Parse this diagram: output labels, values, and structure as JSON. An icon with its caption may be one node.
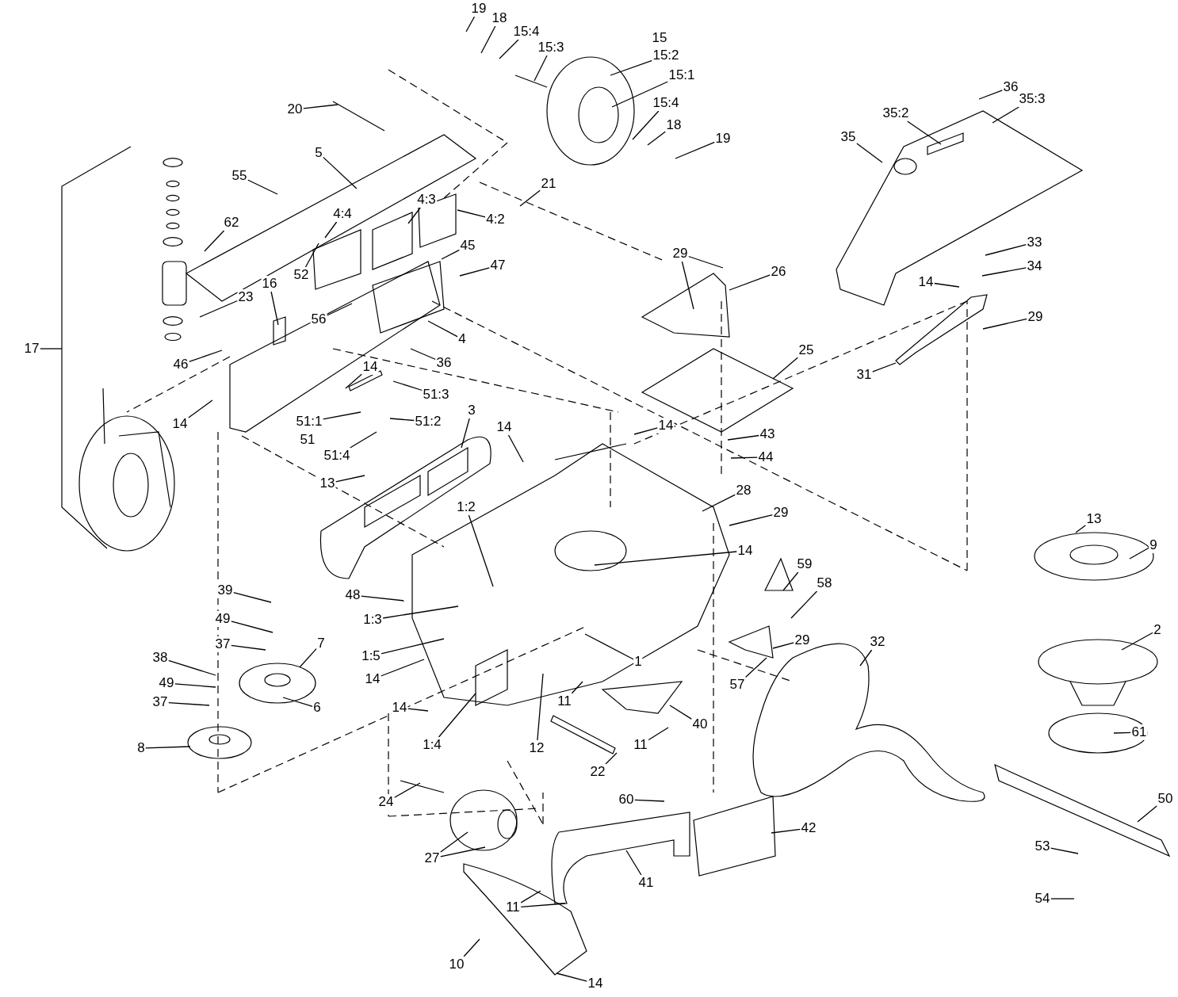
{
  "diagram": {
    "nodes": [
      {
        "text": [
          "19"
        ]
      },
      {
        "text": [
          "18"
        ]
      },
      {
        "text": [
          "15:4"
        ]
      },
      {
        "text": [
          "15:2"
        ]
      },
      {
        "text": [
          "15:3"
        ]
      },
      {
        "text": [
          "15:1"
        ]
      },
      {
        "text": [
          "15:4"
        ]
      },
      {
        "text": [
          "18"
        ]
      },
      {
        "text": [
          "19"
        ]
      },
      {
        "text": [
          "20"
        ]
      },
      {
        "text": [
          "5"
        ]
      },
      {
        "text": [
          "55"
        ]
      },
      {
        "text": [
          "21"
        ]
      },
      {
        "text": [
          "4:3"
        ]
      },
      {
        "text": [
          "4:2"
        ]
      },
      {
        "text": [
          "62"
        ]
      },
      {
        "text": [
          "4:4"
        ]
      },
      {
        "text": [
          "52"
        ]
      },
      {
        "text": [
          "45"
        ]
      },
      {
        "text": [
          "47"
        ]
      },
      {
        "text": [
          "16"
        ]
      },
      {
        "text": [
          "23"
        ]
      },
      {
        "text": [
          "56"
        ]
      },
      {
        "text": [
          "4"
        ]
      },
      {
        "text": [
          "36"
        ]
      },
      {
        "text": [
          "46"
        ]
      },
      {
        "text": [
          "17"
        ]
      },
      {
        "text": [
          "14"
        ]
      },
      {
        "text": [
          "51:3"
        ]
      },
      {
        "text": [
          "14"
        ]
      },
      {
        "text": [
          "51:1"
        ]
      },
      {
        "text": [
          "51:2"
        ]
      },
      {
        "text": [
          "51:4"
        ]
      },
      {
        "text": [
          "3"
        ]
      },
      {
        "text": [
          "14"
        ]
      },
      {
        "text": [
          "14"
        ]
      },
      {
        "text": [
          "13"
        ]
      },
      {
        "text": [
          "35"
        ]
      },
      {
        "text": [
          "35:2"
        ]
      },
      {
        "text": [
          "36"
        ]
      },
      {
        "text": [
          "35:3"
        ]
      },
      {
        "text": [
          "29"
        ]
      },
      {
        "text": [
          "26"
        ]
      },
      {
        "text": [
          "33"
        ]
      },
      {
        "text": [
          "34"
        ]
      },
      {
        "text": [
          "14"
        ]
      },
      {
        "text": [
          "29"
        ]
      },
      {
        "text": [
          "31"
        ]
      },
      {
        "text": [
          "25"
        ]
      },
      {
        "text": [
          "43"
        ]
      },
      {
        "text": [
          "44"
        ]
      },
      {
        "text": [
          "28"
        ]
      },
      {
        "text": [
          "29"
        ]
      },
      {
        "text": [
          "1:2"
        ]
      },
      {
        "text": [
          "14"
        ]
      },
      {
        "text": [
          "13"
        ]
      },
      {
        "text": [
          "9"
        ]
      },
      {
        "text": [
          "59"
        ]
      },
      {
        "text": [
          "58"
        ]
      },
      {
        "text": [
          "39"
        ]
      },
      {
        "text": [
          "49"
        ]
      },
      {
        "text": [
          "37"
        ]
      },
      {
        "text": [
          "7"
        ]
      },
      {
        "text": [
          "48"
        ]
      },
      {
        "text": [
          "1:3"
        ]
      },
      {
        "text": [
          "29"
        ]
      },
      {
        "text": [
          "2"
        ]
      },
      {
        "text": [
          "32"
        ]
      },
      {
        "text": [
          "38"
        ]
      },
      {
        "text": [
          "1:5"
        ]
      },
      {
        "text": [
          "1"
        ]
      },
      {
        "text": [
          "49"
        ]
      },
      {
        "text": [
          "14"
        ]
      },
      {
        "text": [
          "57"
        ]
      },
      {
        "text": [
          "37"
        ]
      },
      {
        "text": [
          "6"
        ]
      },
      {
        "text": [
          "11"
        ]
      },
      {
        "text": [
          "14"
        ]
      },
      {
        "text": [
          "40"
        ]
      },
      {
        "text": [
          "61"
        ]
      },
      {
        "text": [
          "8"
        ]
      },
      {
        "text": [
          "1:4"
        ]
      },
      {
        "text": [
          "12"
        ]
      },
      {
        "text": [
          "11"
        ]
      },
      {
        "text": [
          "22"
        ]
      },
      {
        "text": [
          "24"
        ]
      },
      {
        "text": [
          "60"
        ]
      },
      {
        "text": [
          "50"
        ]
      },
      {
        "text": [
          "42"
        ]
      },
      {
        "text": [
          "27"
        ]
      },
      {
        "text": [
          "41"
        ]
      },
      {
        "text": [
          "53"
        ]
      },
      {
        "text": [
          "54"
        ]
      },
      {
        "text": [
          "11"
        ]
      },
      {
        "text": [
          "10"
        ]
      },
      {
        "text": [
          "14"
        ]
      },
      {
        "text": [
          "15"
        ]
      },
      {
        "text": [
          "51"
        ]
      }
    ],
    "edges": [
      {
        "from": 0,
        "to": null,
        "arrow": "none"
      },
      {
        "from": 1,
        "to": null,
        "arrow": "none"
      },
      {
        "from": 2,
        "to": null,
        "arrow": "none"
      },
      {
        "from": 3,
        "to": null,
        "arrow": "none"
      },
      {
        "from": 4,
        "to": null,
        "arrow": "none"
      },
      {
        "from": 5,
        "to": null,
        "arrow": "none"
      },
      {
        "from": 6,
        "to": null,
        "arrow": "none"
      },
      {
        "from": 7,
        "to": null,
        "arrow": "none"
      },
      {
        "from": 8,
        "to": null,
        "arrow": "none"
      },
      {
        "from": 9,
        "to": null,
        "arrow": "none"
      },
      {
        "from": 10,
        "to": null,
        "arrow": "none"
      },
      {
        "from": 11,
        "to": null,
        "arrow": "none"
      },
      {
        "from": 12,
        "to": null,
        "arrow": "none"
      },
      {
        "from": 13,
        "to": null,
        "arrow": "none"
      },
      {
        "from": 14,
        "to": null,
        "arrow": "none"
      },
      {
        "from": 15,
        "to": null,
        "arrow": "none"
      },
      {
        "from": 16,
        "to": null,
        "arrow": "none"
      },
      {
        "from": 17,
        "to": null,
        "arrow": "none"
      },
      {
        "from": 18,
        "to": null,
        "arrow": "none"
      },
      {
        "from": 19,
        "to": null,
        "arrow": "none"
      },
      {
        "from": 20,
        "to": null,
        "arrow": "none"
      },
      {
        "from": 21,
        "to": null,
        "arrow": "none"
      },
      {
        "from": 22,
        "to": null,
        "arrow": "none"
      },
      {
        "from": 23,
        "to": null,
        "arrow": "none"
      },
      {
        "from": 24,
        "to": null,
        "arrow": "none"
      },
      {
        "from": 25,
        "to": null,
        "arrow": "none"
      },
      {
        "from": 26,
        "to": null,
        "arrow": "none"
      },
      {
        "from": 27,
        "to": null,
        "arrow": "none"
      },
      {
        "from": 28,
        "to": null,
        "arrow": "none"
      },
      {
        "from": 29,
        "to": null,
        "arrow": "none"
      },
      {
        "from": 30,
        "to": null,
        "arrow": "none"
      },
      {
        "from": 31,
        "to": null,
        "arrow": "none"
      },
      {
        "from": 32,
        "to": null,
        "arrow": "none"
      },
      {
        "from": 33,
        "to": null,
        "arrow": "none"
      },
      {
        "from": 34,
        "to": null,
        "arrow": "none"
      },
      {
        "from": 35,
        "to": null,
        "arrow": "none"
      },
      {
        "from": 36,
        "to": null,
        "arrow": "none"
      },
      {
        "from": 37,
        "to": null,
        "arrow": "none"
      },
      {
        "from": 38,
        "to": null,
        "arrow": "none"
      },
      {
        "from": 39,
        "to": null,
        "arrow": "none"
      },
      {
        "from": 40,
        "to": null,
        "arrow": "none"
      },
      {
        "from": 41,
        "to": null,
        "arrow": "none"
      },
      {
        "from": 41,
        "to": null,
        "arrow": "none"
      },
      {
        "from": 42,
        "to": null,
        "arrow": "none"
      },
      {
        "from": 43,
        "to": null,
        "arrow": "none"
      },
      {
        "from": 44,
        "to": null,
        "arrow": "none"
      },
      {
        "from": 45,
        "to": null,
        "arrow": "none"
      },
      {
        "from": 46,
        "to": null,
        "arrow": "none"
      },
      {
        "from": 47,
        "to": null,
        "arrow": "none"
      },
      {
        "from": 48,
        "to": null,
        "arrow": "none"
      },
      {
        "from": 49,
        "to": null,
        "arrow": "none"
      },
      {
        "from": 50,
        "to": null,
        "arrow": "none"
      },
      {
        "from": 51,
        "to": null,
        "arrow": "none"
      },
      {
        "from": 52,
        "to": null,
        "arrow": "none"
      },
      {
        "from": 53,
        "to": null,
        "arrow": "none"
      },
      {
        "from": 54,
        "to": null,
        "arrow": "none"
      },
      {
        "from": 55,
        "to": null,
        "arrow": "none"
      },
      {
        "from": 56,
        "to": null,
        "arrow": "none"
      },
      {
        "from": 57,
        "to": null,
        "arrow": "none"
      },
      {
        "from": 58,
        "to": null,
        "arrow": "none"
      },
      {
        "from": 59,
        "to": null,
        "arrow": "none"
      },
      {
        "from": 60,
        "to": null,
        "arrow": "none"
      },
      {
        "from": 61,
        "to": null,
        "arrow": "none"
      },
      {
        "from": 62,
        "to": null,
        "arrow": "none"
      },
      {
        "from": 63,
        "to": null,
        "arrow": "none"
      },
      {
        "from": 64,
        "to": null,
        "arrow": "none"
      },
      {
        "from": 65,
        "to": null,
        "arrow": "none"
      },
      {
        "from": 66,
        "to": null,
        "arrow": "none"
      },
      {
        "from": 67,
        "to": null,
        "arrow": "none"
      },
      {
        "from": 68,
        "to": null,
        "arrow": "none"
      },
      {
        "from": 69,
        "to": null,
        "arrow": "none"
      },
      {
        "from": 70,
        "to": null,
        "arrow": "none"
      },
      {
        "from": 71,
        "to": null,
        "arrow": "none"
      },
      {
        "from": 72,
        "to": null,
        "arrow": "none"
      },
      {
        "from": 73,
        "to": null,
        "arrow": "none"
      },
      {
        "from": 74,
        "to": null,
        "arrow": "none"
      },
      {
        "from": 75,
        "to": null,
        "arrow": "none"
      },
      {
        "from": 76,
        "to": null,
        "arrow": "none"
      },
      {
        "from": 77,
        "to": null,
        "arrow": "none"
      },
      {
        "from": 78,
        "to": null,
        "arrow": "none"
      },
      {
        "from": 79,
        "to": null,
        "arrow": "none"
      },
      {
        "from": 80,
        "to": null,
        "arrow": "none"
      },
      {
        "from": 81,
        "to": null,
        "arrow": "none"
      },
      {
        "from": 82,
        "to": null,
        "arrow": "none"
      },
      {
        "from": 83,
        "to": null,
        "arrow": "none"
      },
      {
        "from": 84,
        "to": null,
        "arrow": "none"
      },
      {
        "from": 85,
        "to": null,
        "arrow": "none"
      },
      {
        "from": 86,
        "to": null,
        "arrow": "none"
      },
      {
        "from": 87,
        "to": null,
        "arrow": "none"
      },
      {
        "from": 88,
        "to": null,
        "arrow": "none"
      },
      {
        "from": 89,
        "to": null,
        "arrow": "none"
      },
      {
        "from": 89,
        "to": null,
        "arrow": "none"
      },
      {
        "from": 90,
        "to": null,
        "arrow": "none"
      },
      {
        "from": 91,
        "to": null,
        "arrow": "none"
      },
      {
        "from": 92,
        "to": null,
        "arrow": "none"
      },
      {
        "from": 93,
        "to": null,
        "arrow": "none"
      },
      {
        "from": 93,
        "to": null,
        "arrow": "none"
      },
      {
        "from": 94,
        "to": null,
        "arrow": "none"
      },
      {
        "from": 95,
        "to": null,
        "arrow": "none"
      }
    ]
  }
}
